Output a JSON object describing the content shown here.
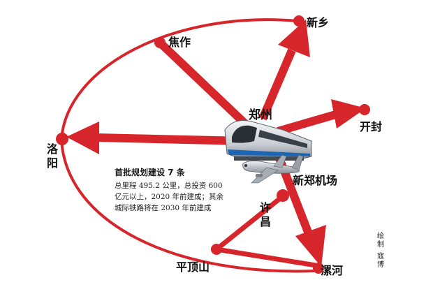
{
  "cities": {
    "zhengzhou": "郑州",
    "xinxiang": "新乡",
    "jiaozuo": "焦作",
    "kaifeng": "开封",
    "luoyang": "洛阳",
    "airport": "新郑机场",
    "xuchang": "许昌",
    "pingdingshan": "平顶山",
    "luohe": "漯河"
  },
  "caption": {
    "title": "首批规划建设 7 条",
    "lines": [
      "总里程 495.2 公里，总投资 600",
      "亿元以上，2020 年前建成；其余",
      "城际铁路将在 2030 年前建成"
    ]
  },
  "credit": {
    "role": "绘制",
    "author": "寇博"
  },
  "colors": {
    "route_red": "#d7262b",
    "node_red": "#d7262b"
  },
  "icons": [
    "high-speed-train-icon",
    "airplane-icon"
  ]
}
